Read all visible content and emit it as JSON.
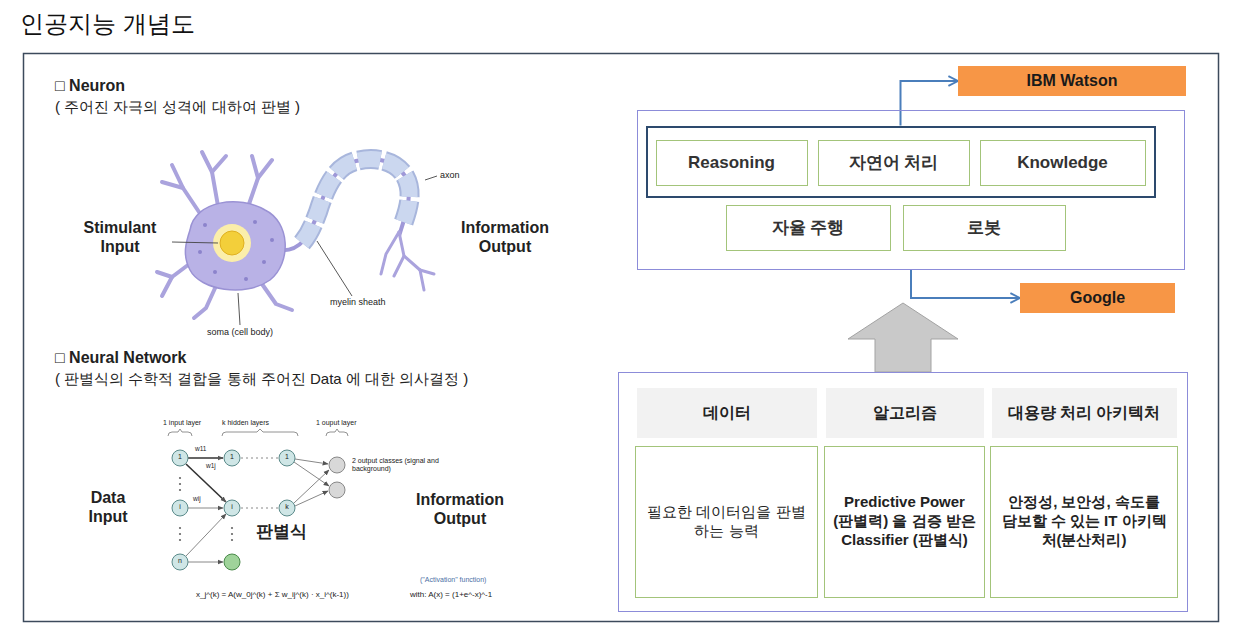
{
  "diagram": {
    "title": "인공지능 개념도",
    "nodes": [
      {
        "text": [
          "IBM Watson"
        ]
      },
      {
        "text": []
      },
      {
        "text": [],
        "in": 1
      },
      {
        "text": [
          "Reasoning"
        ],
        "in": 2
      },
      {
        "text": [
          "자연어 처리"
        ],
        "in": 2
      },
      {
        "text": [
          "Knowledge"
        ],
        "in": 2
      },
      {
        "text": [
          "자율 주행"
        ],
        "in": 1
      },
      {
        "text": [
          "로봇"
        ],
        "in": 1
      },
      {
        "text": [
          "Google"
        ]
      },
      {
        "text": []
      },
      {
        "text": [
          "데이터"
        ],
        "in": 9
      },
      {
        "text": [
          "알고리즘"
        ],
        "in": 9
      },
      {
        "text": [
          "대용량 처리 아키텍처"
        ],
        "in": 9
      },
      {
        "text": [
          "필요한 데이터임을 판별하는 능력"
        ],
        "in": 9
      },
      {
        "text": [
          "Predictive Power (판별력) 을 검증 받은 Classifier (판별식)"
        ],
        "in": 9
      },
      {
        "text": [
          "안정성, 보안성, 속도를 담보할 수 있는 IT 아키텍처(분산처리)"
        ],
        "in": 9
      }
    ],
    "edges": [
      {
        "from": 2,
        "to": 0,
        "arrow": "to"
      },
      {
        "from": 1,
        "to": 8,
        "arrow": "to"
      },
      {
        "from": 9,
        "to": 1,
        "arrow": "to"
      }
    ],
    "labels": [
      "□ Neuron",
      "( 주어진 자극의 성격에 대하여 판별 )",
      "Stimulant Input",
      "Information Output",
      "axon",
      "myelin sheath",
      "soma (cell body)",
      "□ Neural Network",
      "( 판별식의 수학적 결합을 통해 주어진 Data 에 대한 의사결정 )",
      "1 input layer",
      "k hidden layers",
      "1 ouput layer",
      "2 output classes (signal and background)",
      "Data Input",
      "판별식",
      "Information Output",
      "(\"Activation\" function)",
      "x_j^(k) = A(w_0j^(k) + Σ w_ij^(k) · x_i^(k-1))",
      "with: A(x) = (1+e^-x)^-1",
      "1",
      "i",
      "n",
      "1",
      "i",
      "1",
      "k",
      "w11",
      "w1j",
      "wij"
    ]
  }
}
